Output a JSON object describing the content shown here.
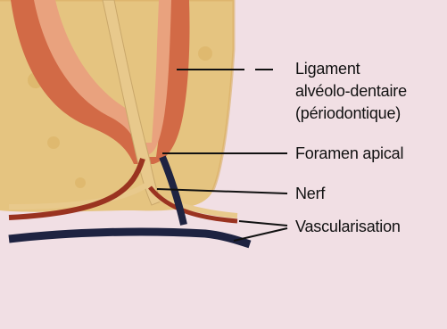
{
  "labels": {
    "ligament_line1": "Ligament",
    "ligament_line2": "alvéolo-dentaire",
    "ligament_line3": "(périodontique)",
    "foramen": "Foramen apical",
    "nerf": "Nerf",
    "vascularisation": "Vascularisation"
  },
  "colors": {
    "background": "#f1dfe4",
    "bone": "#e4c177",
    "root_outer": "#d26a46",
    "root_inner": "#e9a27e",
    "nerve": "#e8c98c",
    "vessel_red": "#9a3320",
    "vessel_dark": "#1e2341",
    "leader_line": "#111111"
  }
}
